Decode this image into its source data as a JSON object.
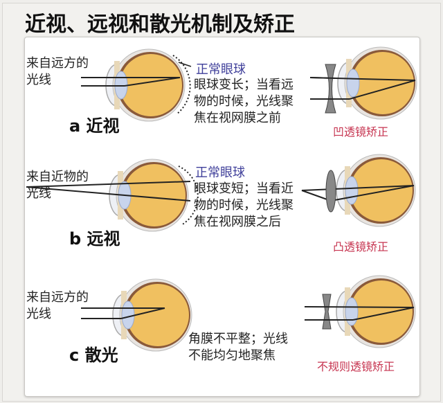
{
  "title": "近视、远视和散光机制及矫正",
  "sections": [
    {
      "source_line1": "来自远方的",
      "source_line2": "光线",
      "label": "a 近视",
      "normal": "正常眼球",
      "desc": [
        "眼球变长；当看远",
        "物的时候，光线聚",
        "焦在视网膜之前"
      ],
      "correction": "凹透镜矫正"
    },
    {
      "source_line1": "来自近物的",
      "source_line2": "光线",
      "label": "b 远视",
      "normal": "正常眼球",
      "desc": [
        "眼球变短；当看近",
        "物的时候，光线聚",
        "焦在视网膜之后"
      ],
      "correction": "凸透镜矫正"
    },
    {
      "source_line1": "来自远方的",
      "source_line2": "光线",
      "label": "c 散光",
      "desc": [
        "角膜不平整；光线",
        "不能均匀地聚焦"
      ],
      "correction": "不规则透镜矫正"
    }
  ],
  "colors": {
    "eye": "#f0c060",
    "normal_label": "#3f3f9a",
    "correction": "#c6334f"
  }
}
